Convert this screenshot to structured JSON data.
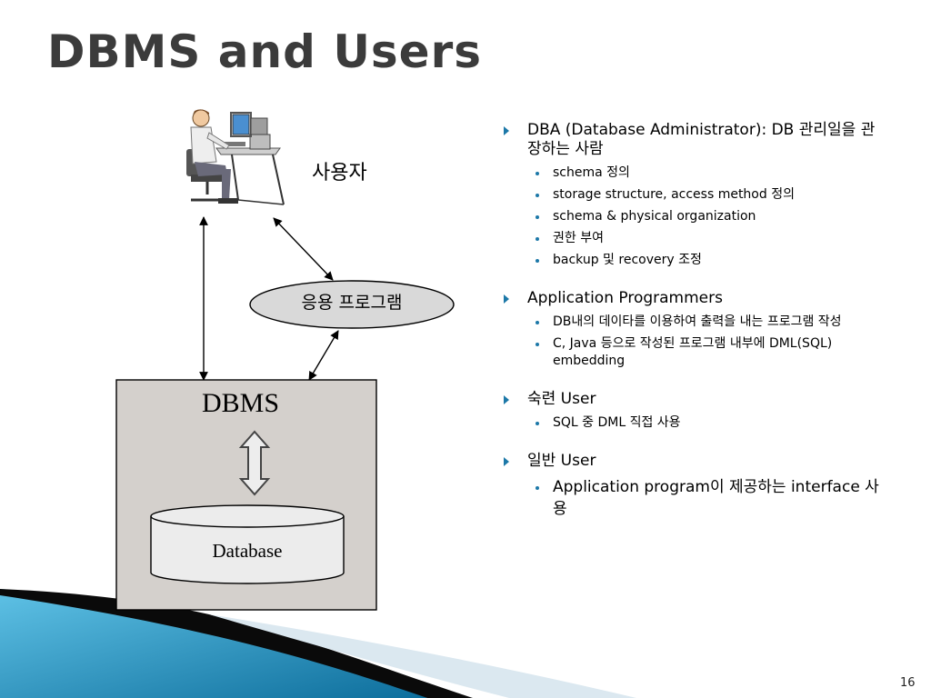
{
  "slide": {
    "title": "DBMS and Users",
    "page_number": "16"
  },
  "diagram": {
    "user_label": "사용자",
    "app_label": "응용 프로그램",
    "dbms_label": "DBMS",
    "database_label": "Database",
    "user_figure_icon": "person-at-computer-icon"
  },
  "sections": [
    {
      "heading": "DBA (Database Administrator): DB 관리일을 관장하는 사람",
      "items": [
        "schema 정의",
        "storage structure, access method 정의",
        "schema & physical organization",
        "권한 부여",
        "backup 및 recovery 조정"
      ]
    },
    {
      "heading": "Application Programmers",
      "items": [
        "DB내의 데이타를 이용하여 출력을 내는 프로그램 작성",
        "C, Java 등으로 작성된 프로그램 내부에 DML(SQL) embedding"
      ]
    },
    {
      "heading": "숙련 User",
      "items": [
        "SQL 중 DML 직접 사용"
      ]
    },
    {
      "heading": "일반 User",
      "items": [
        "Application program이 제공하는 interface 사용"
      ]
    }
  ],
  "colors": {
    "accent": "#1c78a8",
    "title": "#3b3b3b",
    "dbms_box_fill": "#d4d0cc",
    "ellipse_fill": "#d9d9d9"
  }
}
